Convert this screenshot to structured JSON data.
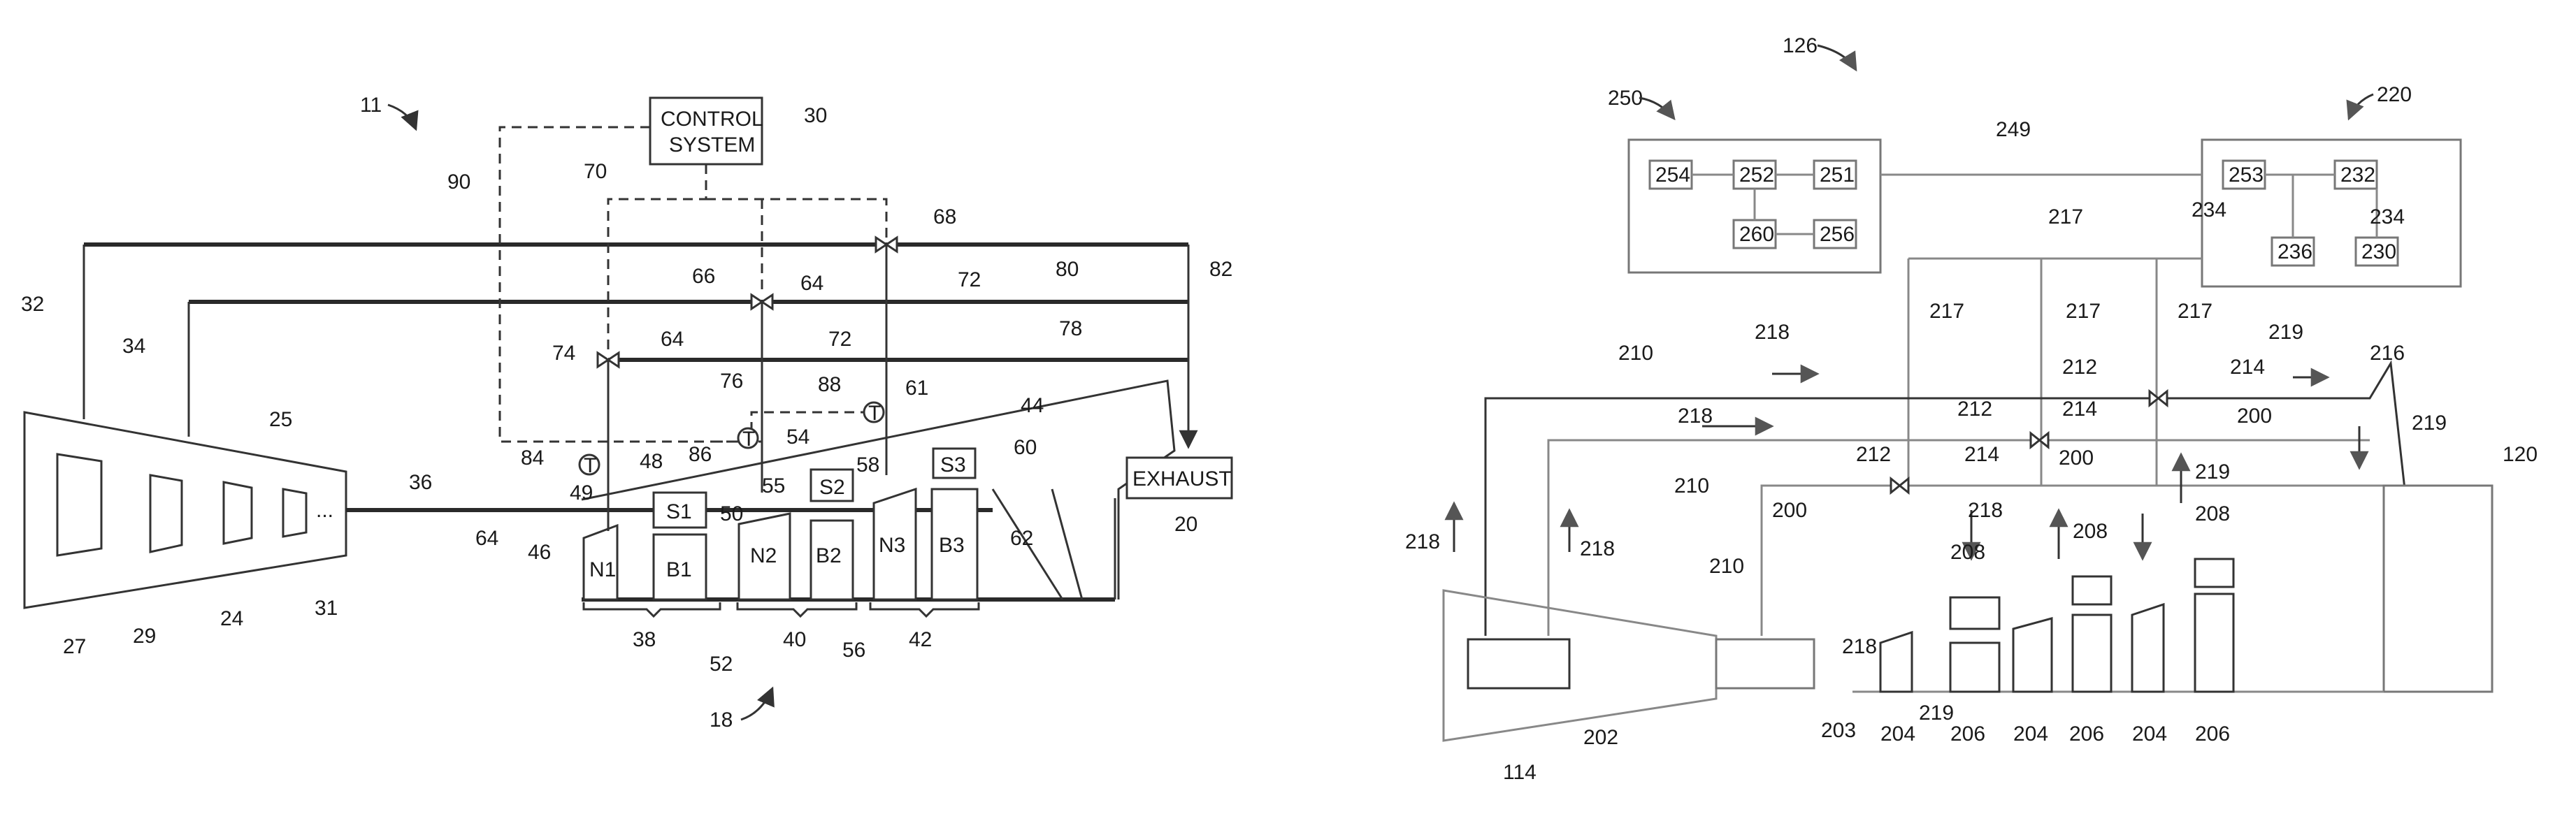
{
  "left_figure": {
    "ref_figure": "11",
    "control_box": [
      "CONTROL",
      "SYSTEM"
    ],
    "exhaust_box": "EXHAUST",
    "stage_labels": [
      "N1",
      "B1",
      "N2",
      "B2",
      "N3",
      "B3",
      "S1",
      "S2",
      "S3"
    ],
    "sensor_symbols": [
      "T",
      "T",
      "T"
    ],
    "refs": [
      "11",
      "30",
      "90",
      "70",
      "68",
      "32",
      "34",
      "80",
      "82",
      "66",
      "64",
      "72",
      "78",
      "74",
      "64",
      "72",
      "76",
      "84",
      "88",
      "61",
      "44",
      "25",
      "36",
      "48",
      "86",
      "54",
      "60",
      "49",
      "55",
      "58",
      "20",
      "64",
      "46",
      "50",
      "62",
      "27",
      "29",
      "24",
      "31",
      "38",
      "52",
      "40",
      "56",
      "42",
      "18"
    ],
    "dots": "..."
  },
  "right_figure": {
    "refs": [
      "126",
      "250",
      "220",
      "249",
      "217",
      "254",
      "252",
      "251",
      "253",
      "232",
      "260",
      "256",
      "236",
      "230",
      "234",
      "234",
      "217",
      "217",
      "217",
      "210",
      "218",
      "212",
      "214",
      "219",
      "216",
      "218",
      "212",
      "214",
      "200",
      "219",
      "210",
      "212",
      "214",
      "200",
      "219",
      "218",
      "218",
      "120",
      "200",
      "218",
      "208",
      "208",
      "208",
      "210",
      "218",
      "219",
      "202",
      "203",
      "204",
      "206",
      "204",
      "206",
      "204",
      "206",
      "114"
    ]
  }
}
